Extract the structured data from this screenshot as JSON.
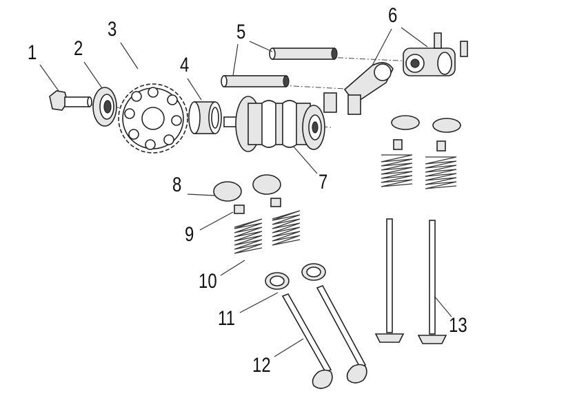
{
  "diagram": {
    "title": "Camshaft and valve train exploded view",
    "callouts": [
      "1",
      "2",
      "3",
      "4",
      "5",
      "6",
      "7",
      "8",
      "9",
      "10",
      "11",
      "12",
      "13"
    ]
  }
}
